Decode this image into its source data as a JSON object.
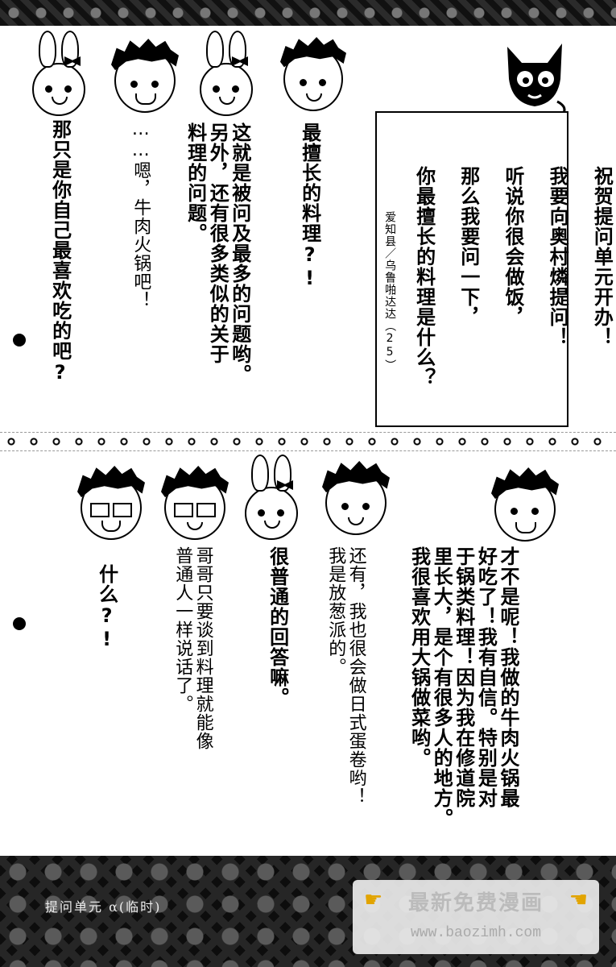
{
  "question": {
    "lines": [
      "祝贺提问单元开办！",
      "我要向奥村燐提问！",
      "听说你很会做饭，",
      "那么我要问一下，",
      "你最擅长的料理是什么？"
    ],
    "sender": "爱知县／乌鲁啪达达（25）"
  },
  "top_dialogue": {
    "rin_1": "最擅长的料理?!",
    "rabbit_1": "这就是被问及最多的问题哟。\n另外，还有很多类似的关于\n料理的问题。",
    "rin_2": "……嗯，牛肉火锅吧！",
    "rabbit_2": "那只是你自己最喜欢吃的吧?"
  },
  "bottom_dialogue": {
    "rin_3": "才不是呢！我做的牛肉火锅最\n好吃了！我有自信。特别是对\n于锅类料理！因为我在修道院\n里长大，是个有很多人的地方。\n我很喜欢用大锅做菜哟。",
    "rin_4": "还有，我也很会做日式蛋卷哟！\n我是放葱派的。",
    "rabbit_3": "很普通的回答嘛。",
    "yukio_1": "哥哥只要谈到料理就能像\n普通人一样说话了。",
    "rin_5": "什么?!"
  },
  "footer": {
    "title": "提问单元 α(临时)"
  },
  "watermark": {
    "title": "最新免费漫画",
    "url": "www.baozimh.com",
    "icon": "pointing-hand-icon"
  }
}
